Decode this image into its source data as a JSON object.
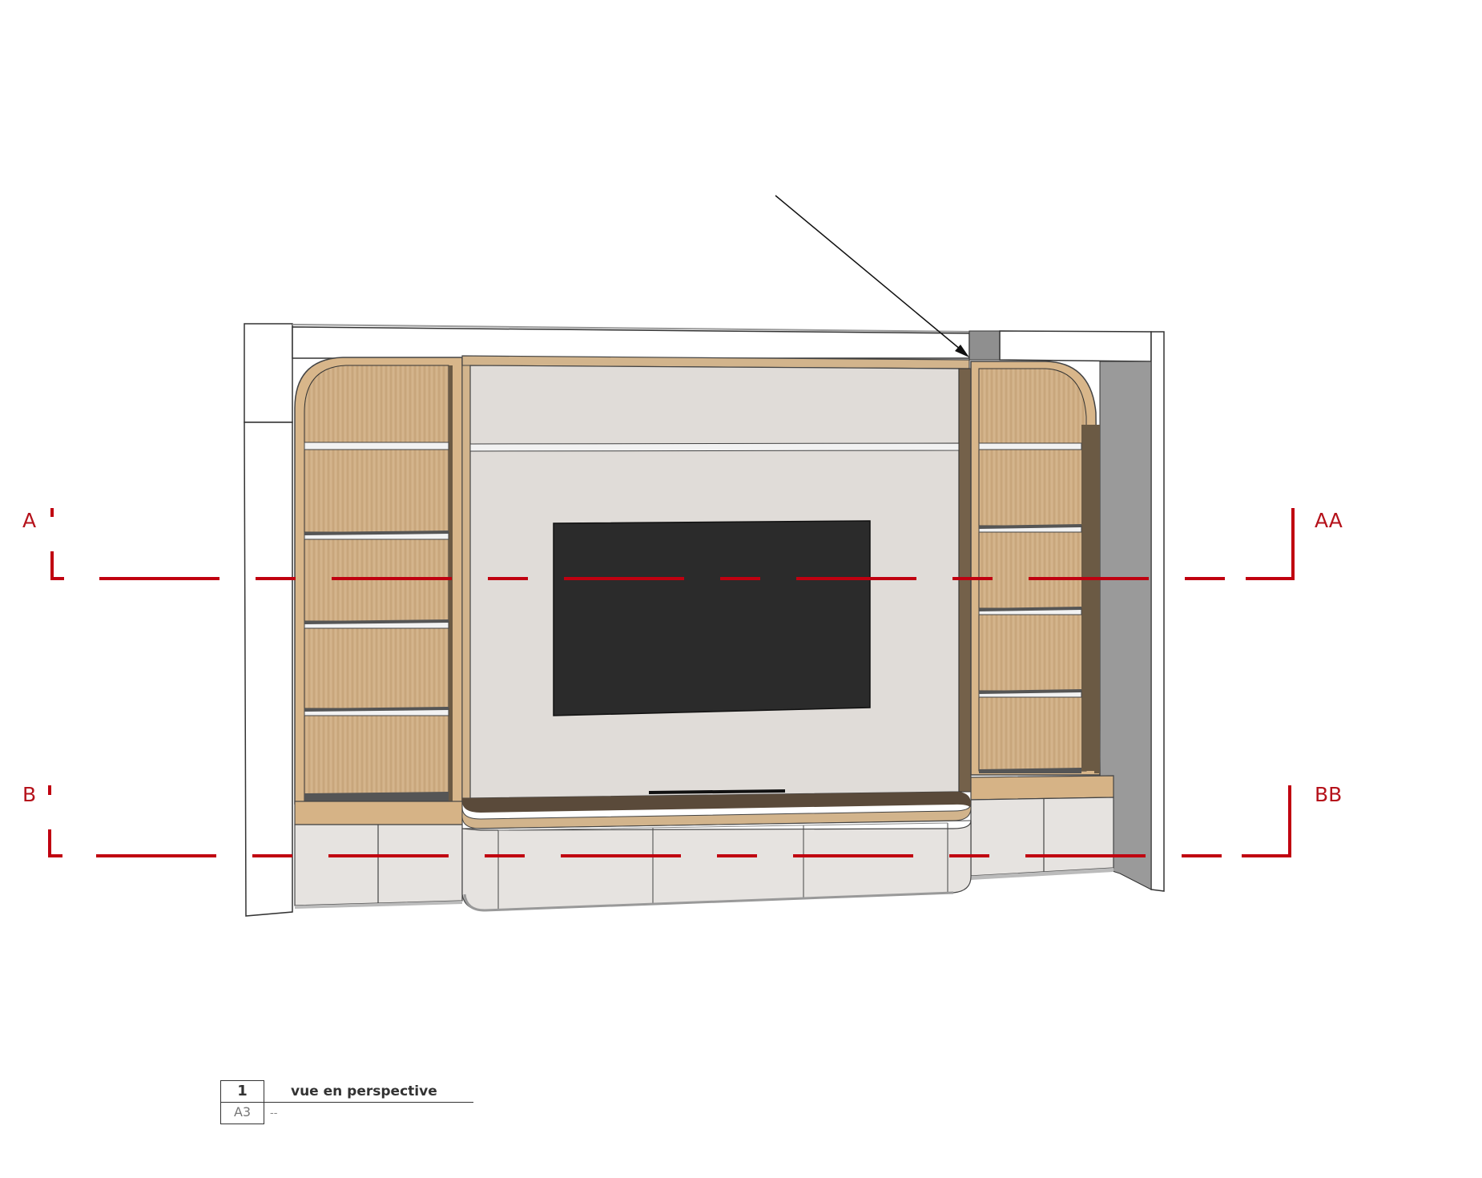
{
  "section_labels": {
    "a": "A",
    "aa": "AA",
    "b": "B",
    "bb": "BB"
  },
  "title_block": {
    "number": "1",
    "sheet": "A3",
    "title": "vue en perspective",
    "scale": "--"
  },
  "colors": {
    "section_line": "#c00010",
    "oak": "#d2b48c",
    "oak_back": "#c8a274",
    "panel": "#e0dcd8",
    "tv": "#2a2a2a",
    "lacquer": "#e6e3e0",
    "side_wall": "#9a9a9a"
  },
  "icons": [
    "leader-arrow"
  ]
}
